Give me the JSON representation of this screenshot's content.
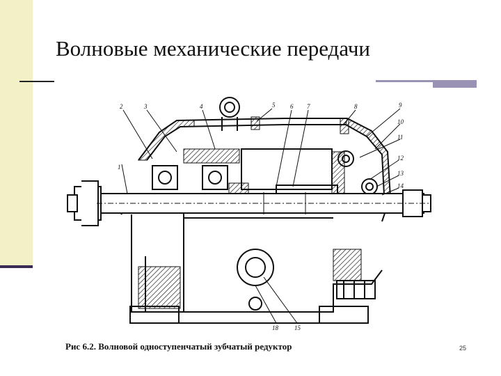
{
  "slide": {
    "title": "Волновые механические передачи",
    "caption": "Рис 6.2. Волновой одноступенчатый зубчатый редуктор",
    "page_number": "25"
  },
  "figure": {
    "part_labels": [
      "1",
      "2",
      "3",
      "4",
      "5",
      "6",
      "7",
      "8",
      "9",
      "10",
      "11",
      "12",
      "13",
      "14",
      "18",
      "15"
    ]
  },
  "colors": {
    "side_bar": "#f3f0c8",
    "accent": "#3a2a56",
    "rule_accent": "#9a92b4"
  }
}
